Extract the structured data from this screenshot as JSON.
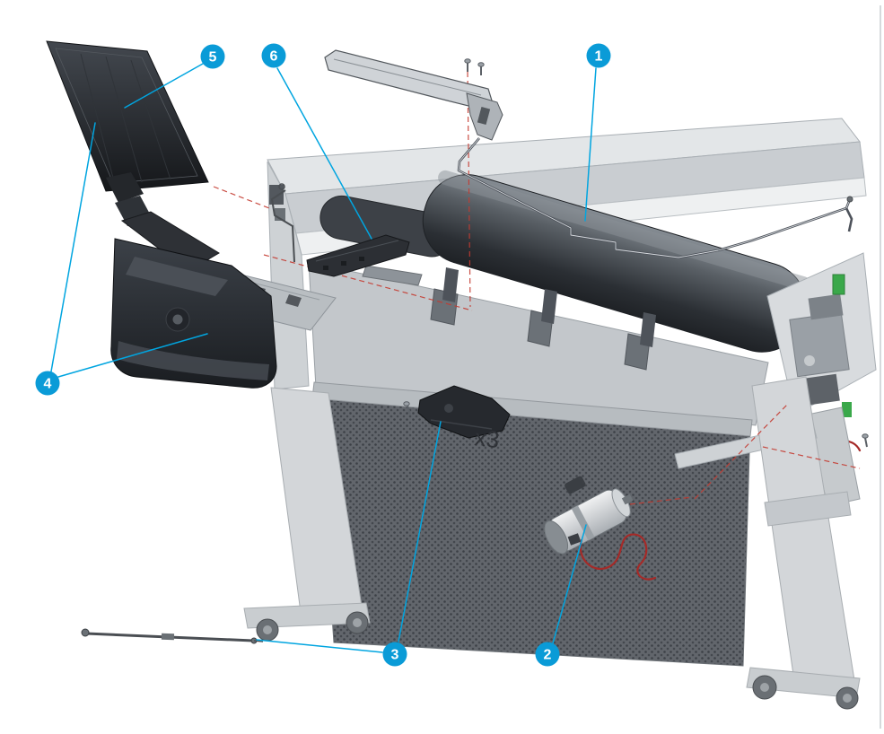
{
  "colors": {
    "callout": "#0a9bd7",
    "leader": "#00a5e0",
    "alignment": "#c43b31"
  },
  "callouts": [
    {
      "label": "1"
    },
    {
      "label": "2"
    },
    {
      "label": "3"
    },
    {
      "label": "4"
    },
    {
      "label": "5"
    },
    {
      "label": "6"
    }
  ],
  "annotations": {
    "quantity_label": "x3"
  }
}
